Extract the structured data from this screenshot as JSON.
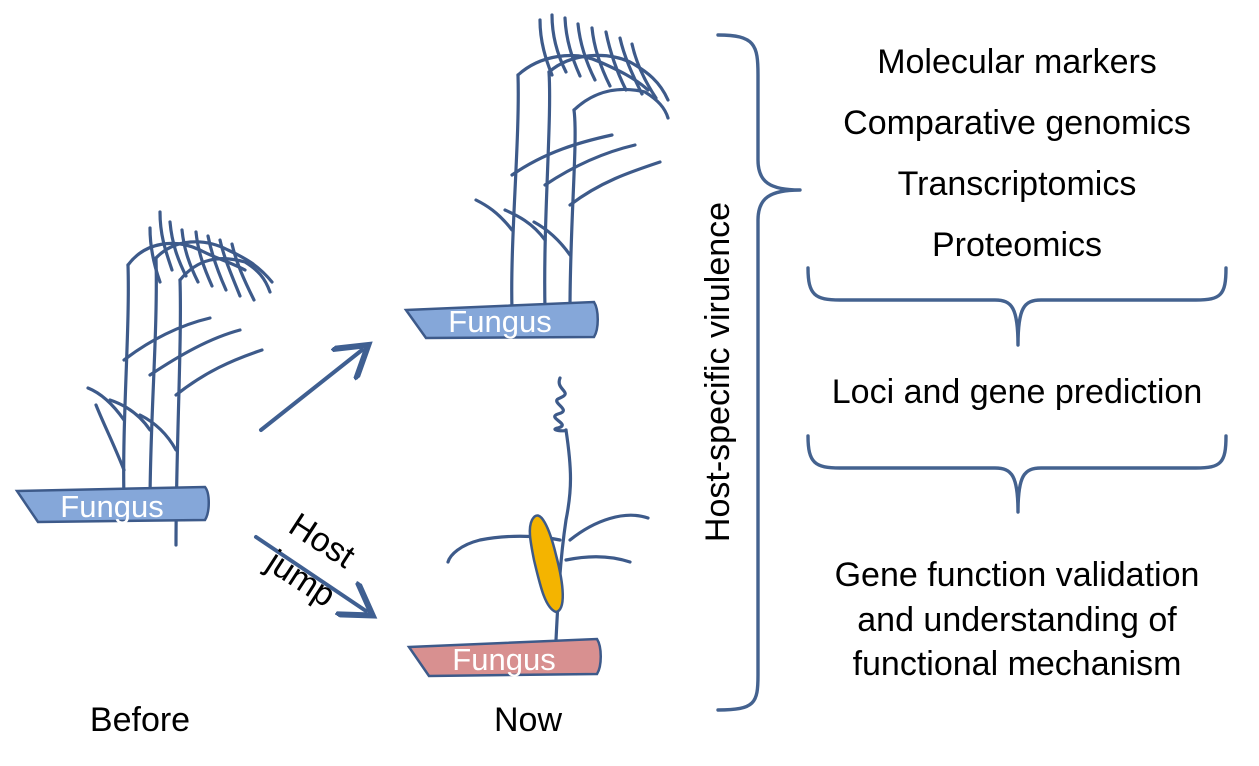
{
  "labels": {
    "before": "Before",
    "now": "Now",
    "host_jump_line1": "Host",
    "host_jump_line2": "jump",
    "vertical_label": "Host-specific virulence",
    "fungus_before": "Fungus",
    "fungus_now_top": "Fungus",
    "fungus_now_bottom": "Fungus"
  },
  "approaches": [
    "Molecular markers",
    "Comparative genomics",
    "Transcriptomics",
    "Proteomics"
  ],
  "step2": "Loci and gene prediction",
  "step3": [
    "Gene function validation",
    "and understanding of",
    "functional mechanism"
  ],
  "colors": {
    "plant_stroke": "#3d5a8a",
    "fungus_blue": "#85a7d9",
    "fungus_red": "#d89090",
    "ear_fill": "#f4b400",
    "brace_stroke": "#44628f"
  },
  "icons": {
    "rice_plant": "rice-plant-drawing",
    "maize_plant": "maize-plant-drawing",
    "arrow": "arrow-icon",
    "brace": "curly-brace"
  }
}
